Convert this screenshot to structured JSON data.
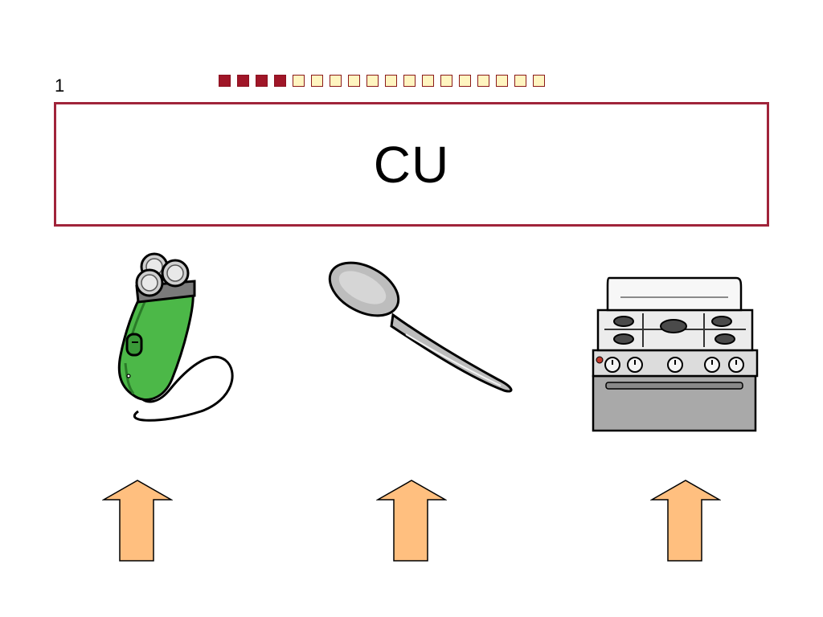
{
  "slide": {
    "number": "1",
    "title": "CU"
  },
  "progress": {
    "total": 18,
    "completed": 4,
    "filled_color": "#a01628",
    "empty_color": "#fff5c0"
  },
  "pictures": [
    {
      "name": "electric-shaver",
      "icon": "electric-shaver-icon"
    },
    {
      "name": "spoon",
      "icon": "spoon-icon"
    },
    {
      "name": "stove",
      "icon": "stove-icon"
    }
  ],
  "arrows": {
    "count": 3,
    "icon": "up-arrow-icon",
    "fill_color": "#ffbf7f"
  }
}
